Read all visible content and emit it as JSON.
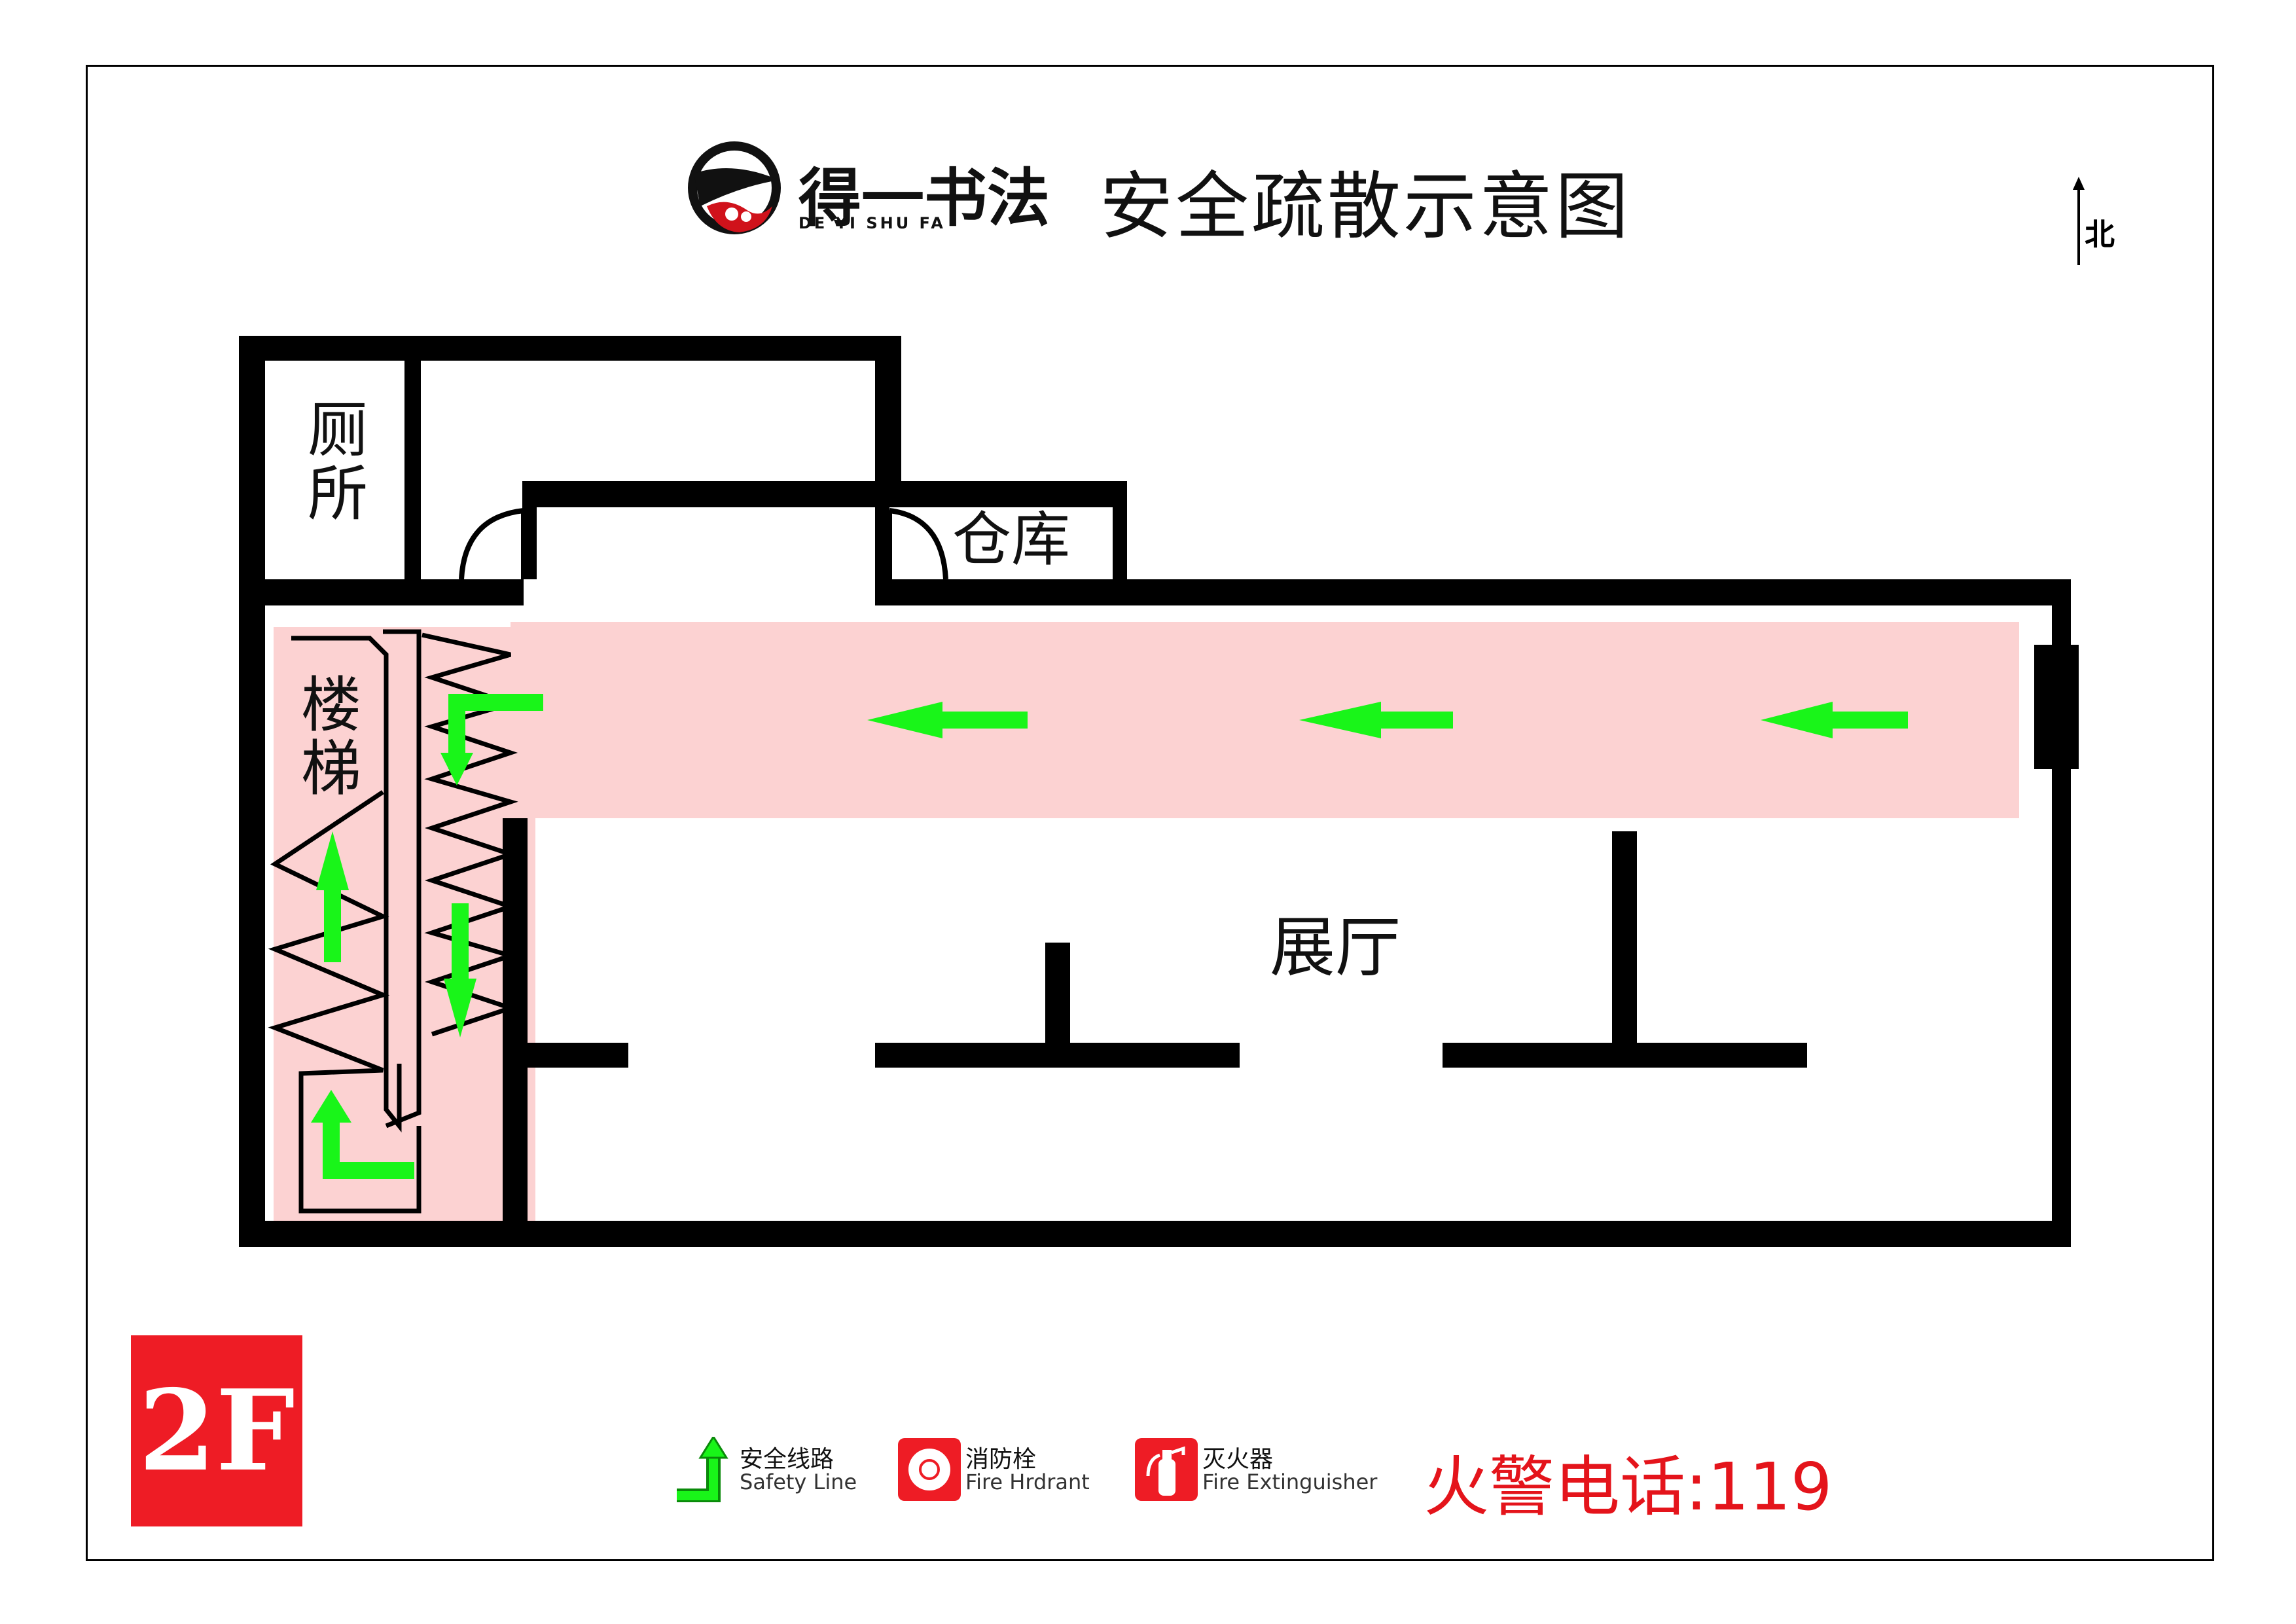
{
  "header": {
    "logo_text": "得一书法",
    "logo_sub": "DE YI SHU FA",
    "title": "安全疏散示意图",
    "north_label": "北"
  },
  "rooms": {
    "toilet": "厕所",
    "warehouse": "仓库",
    "stairs": "楼梯",
    "hall": "展厅"
  },
  "floor": "2F",
  "legend": {
    "safety_cn": "安全线路",
    "safety_en": "Safety Line",
    "hydrant_cn": "消防栓",
    "hydrant_en": "Fire Hrdrant",
    "extinguisher_cn": "灭火器",
    "extinguisher_en": "Fire Extinguisher"
  },
  "phone": "火警电话:119",
  "colors": {
    "wall": "#000000",
    "route": "#fcd2d2",
    "arrow": "#19f519",
    "badge": "#ee1c25",
    "phone": "#e4141b"
  }
}
